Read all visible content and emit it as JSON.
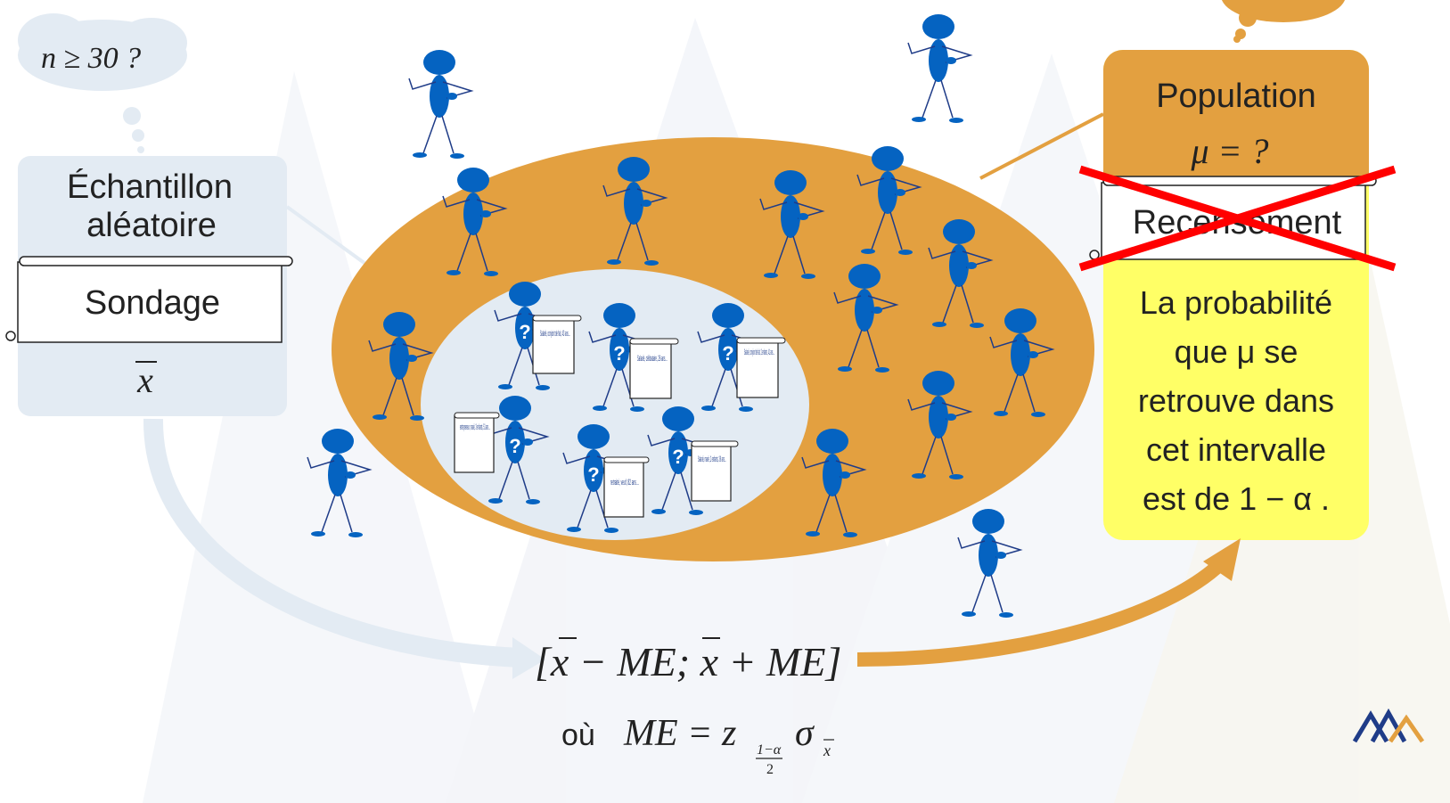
{
  "thought_cloud": {
    "text": "n ≥ 30 ?"
  },
  "sample_box": {
    "title_line1": "Échantillon",
    "title_line2": "aléatoire",
    "method": "Sondage",
    "statistic": "x"
  },
  "population_box": {
    "title": "Population",
    "parameter": "μ = ?",
    "method": "Recensement",
    "method_crossed_out": true,
    "probability_lines": [
      "La probabilité",
      "que μ se",
      "retrouve dans",
      "cet intervalle",
      "est de 1 − α ."
    ]
  },
  "formula": {
    "interval": "[x − ME; x + ME]",
    "prefix": "où",
    "me_def": "ME = z",
    "subscript_num": "1−α",
    "subscript_den": "2",
    "sigma": "σ",
    "sigma_sub": "x"
  },
  "respondent_cards": [
    "Salarié, conjoint de fait, 43 ans…",
    "Salarié, célibataire, 26 ans…",
    "Salarié, conjoint de fait, 2 enfants, 41 ans…",
    "entrepreneur, marié, 3 enfants, 51 ans…",
    "retraité, veuf, 82 ans…",
    "Salarié, marié, 2 enfants, 39 ans…"
  ],
  "colors": {
    "orange": "#E3A040",
    "blue": "#0563C1",
    "light_panel": "#E3EBF3",
    "yellow": "#FFFF66",
    "cross": "#FF0000"
  }
}
